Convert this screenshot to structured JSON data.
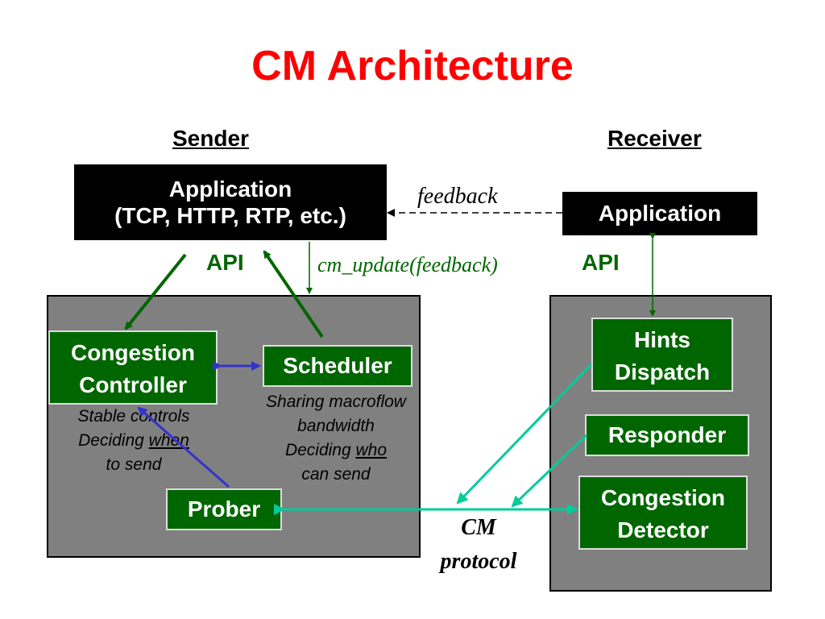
{
  "title": "CM Architecture",
  "sender": {
    "heading": "Sender",
    "app_line1": "Application",
    "app_line2": "(TCP, HTTP, RTP, etc.)",
    "api": "API",
    "congestion_controller": [
      "Congestion",
      "Controller"
    ],
    "scheduler": "Scheduler",
    "prober": "Prober",
    "controller_notes": {
      "line1": "Stable controls",
      "line2_prefix": "Deciding ",
      "line2_emph": "when",
      "line3": "to send"
    },
    "scheduler_notes": {
      "line1": "Sharing macroflow",
      "line2": "bandwidth",
      "line3_prefix": "Deciding ",
      "line3_emph": "who",
      "line4": "can send"
    }
  },
  "receiver": {
    "heading": "Receiver",
    "app": "Application",
    "api": "API",
    "hints_dispatch": [
      "Hints",
      "Dispatch"
    ],
    "responder": "Responder",
    "congestion_detector": [
      "Congestion",
      "Detector"
    ]
  },
  "labels": {
    "feedback": "feedback",
    "cm_update": "cm_update(feedback)",
    "cm_protocol": [
      "CM",
      "protocol"
    ]
  },
  "colors": {
    "title": "#ff0000",
    "box_green": "#006600",
    "panel_gray": "#808080",
    "teal_arrow": "#00cc99",
    "blue_arrow": "#3333cc",
    "green_arrow": "#006600"
  }
}
